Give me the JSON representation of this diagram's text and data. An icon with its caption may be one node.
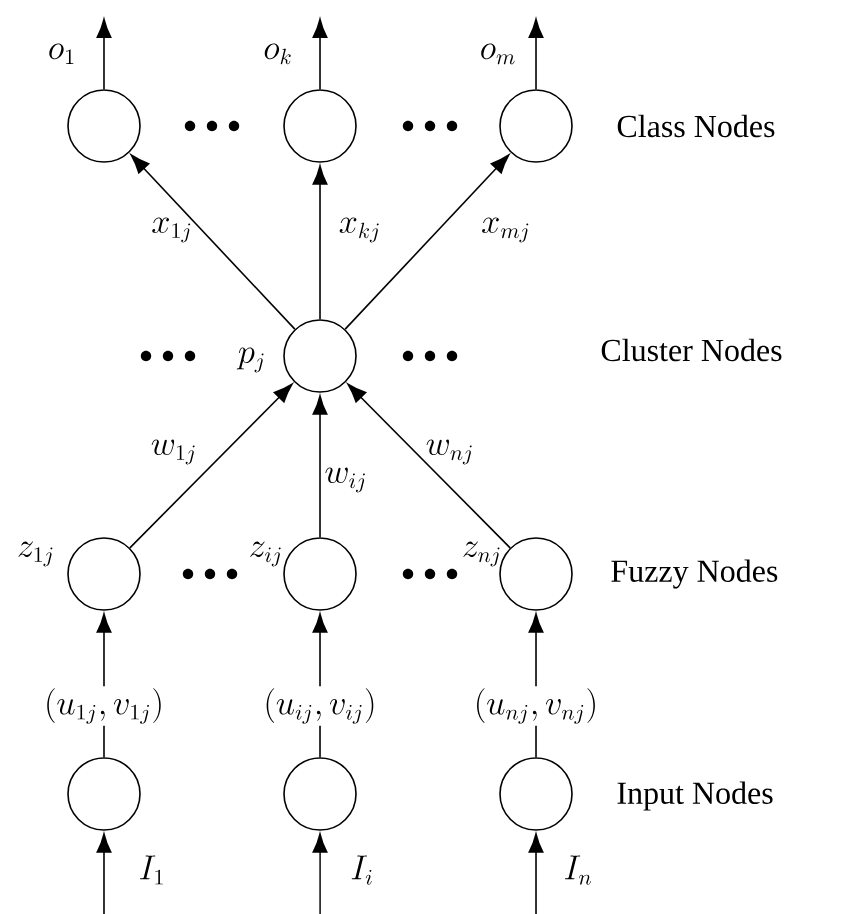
{
  "diagram": {
    "nodes": [
      {
        "text": [],
        "shape": "circle"
      },
      {
        "text": [],
        "shape": "circle"
      },
      {
        "text": [],
        "shape": "circle"
      },
      {
        "text": [],
        "shape": "circle",
        "beside": [
          "p_j"
        ]
      },
      {
        "text": [],
        "shape": "circle",
        "beside": [
          "z_{1j}"
        ]
      },
      {
        "text": [],
        "shape": "circle",
        "beside": [
          "z_{ij}"
        ]
      },
      {
        "text": [],
        "shape": "circle",
        "beside": [
          "z_{nj}"
        ]
      },
      {
        "text": [],
        "shape": "circle"
      },
      {
        "text": [],
        "shape": "circle"
      },
      {
        "text": [],
        "shape": "circle"
      }
    ],
    "edges": [
      {
        "from": 0,
        "to": null,
        "arrow": "to",
        "label": "o_1"
      },
      {
        "from": 1,
        "to": null,
        "arrow": "to",
        "label": "o_k"
      },
      {
        "from": 2,
        "to": null,
        "arrow": "to",
        "label": "o_m"
      },
      {
        "from": 3,
        "to": 0,
        "arrow": "to",
        "label": "x_{1j}"
      },
      {
        "from": 3,
        "to": 1,
        "arrow": "to",
        "label": "x_{kj}"
      },
      {
        "from": 3,
        "to": 2,
        "arrow": "to",
        "label": "x_{mj}"
      },
      {
        "from": 4,
        "to": 3,
        "arrow": "to",
        "label": "w_{1j}"
      },
      {
        "from": 5,
        "to": 3,
        "arrow": "to",
        "label": "w_{ij}"
      },
      {
        "from": 6,
        "to": 3,
        "arrow": "to",
        "label": "w_{nj}"
      },
      {
        "from": 7,
        "to": 4,
        "arrow": "to",
        "label": "(u_{1j},v_{1j})"
      },
      {
        "from": 8,
        "to": 5,
        "arrow": "to",
        "label": "(u_{ij},v_{ij})"
      },
      {
        "from": 9,
        "to": 6,
        "arrow": "to",
        "label": "(u_{nj},v_{nj})"
      },
      {
        "from": null,
        "to": 7,
        "arrow": "to",
        "label": "I_1"
      },
      {
        "from": null,
        "to": 8,
        "arrow": "to",
        "label": "I_i"
      },
      {
        "from": null,
        "to": 9,
        "arrow": "to",
        "label": "I_n"
      }
    ],
    "labels": [
      "Class Nodes",
      "Cluster Nodes",
      "Fuzzy Nodes",
      "Input Nodes"
    ]
  }
}
